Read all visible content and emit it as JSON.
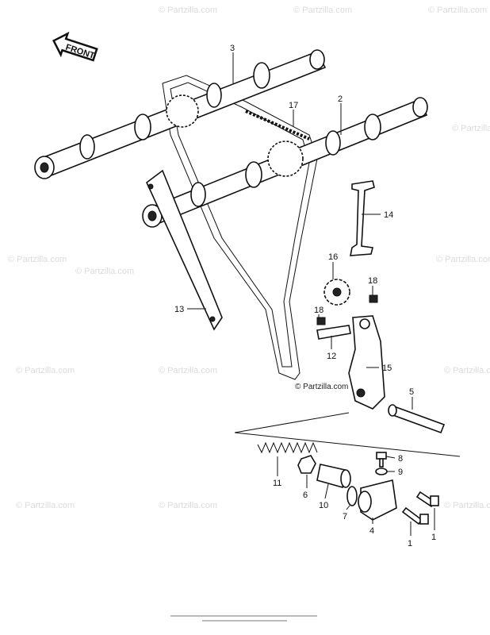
{
  "front_arrow": {
    "label": "FRONT"
  },
  "watermark": {
    "text": "© Partzilla.com"
  },
  "callouts": [
    {
      "id": "3",
      "part": "camshaft-exhaust"
    },
    {
      "id": "2",
      "part": "camshaft-intake"
    },
    {
      "id": "17",
      "part": "cam-chain"
    },
    {
      "id": "14",
      "part": "chain-guide-upper"
    },
    {
      "id": "16",
      "part": "chain-guide-sprocket"
    },
    {
      "id": "18",
      "part": "plug-a"
    },
    {
      "id": "18",
      "part": "plug-b"
    },
    {
      "id": "13",
      "part": "chain-guide-front"
    },
    {
      "id": "12",
      "part": "pin"
    },
    {
      "id": "15",
      "part": "tensioner-arm"
    },
    {
      "id": "5",
      "part": "shaft"
    },
    {
      "id": "8",
      "part": "bolt"
    },
    {
      "id": "9",
      "part": "nut"
    },
    {
      "id": "11",
      "part": "spring"
    },
    {
      "id": "6",
      "part": "nut-lock"
    },
    {
      "id": "10",
      "part": "push-rod"
    },
    {
      "id": "7",
      "part": "o-ring"
    },
    {
      "id": "4",
      "part": "tensioner-body"
    },
    {
      "id": "1",
      "part": "bolt-a"
    },
    {
      "id": "1",
      "part": "bolt-b"
    }
  ]
}
